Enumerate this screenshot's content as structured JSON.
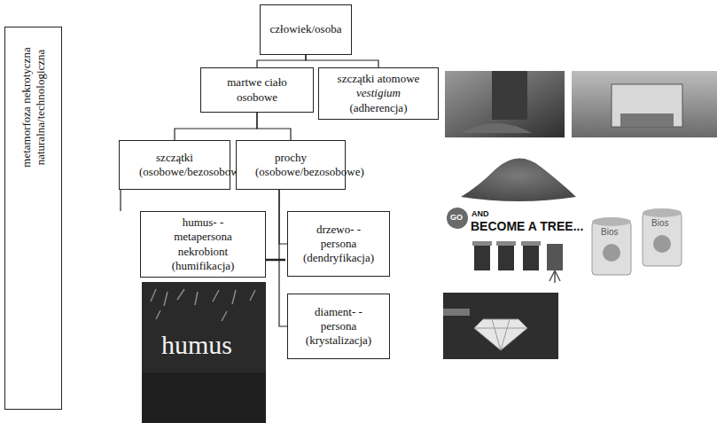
{
  "diagram": {
    "nodes": [
      {
        "text": [
          "metamorfoza nekrotyczna naturalna/technologiczna"
        ]
      },
      {
        "text": [
          "człowiek/osoba"
        ]
      },
      {
        "text": [
          "martwe ciało osobowe"
        ]
      },
      {
        "text": [
          "szczątki atomowe",
          "vestigium",
          "(adherencja)"
        ]
      },
      {
        "text": [
          "szczątki (osobowe/bezosobowe)"
        ]
      },
      {
        "text": [
          "prochy (osobowe/bezosobowe)"
        ]
      },
      {
        "text": [
          "humus- -metapersona nekrobiont (humifikacja)"
        ]
      },
      {
        "text": [
          "drzewo- -persona (dendryfikacja)"
        ]
      },
      {
        "text": [
          "diament- -persona (krystalizacja)"
        ]
      }
    ],
    "edges": [
      {
        "from": 1,
        "to": 2,
        "arrow": "none"
      },
      {
        "from": 1,
        "to": 3,
        "arrow": "none"
      },
      {
        "from": 2,
        "to": 4,
        "arrow": "none"
      },
      {
        "from": 2,
        "to": 5,
        "arrow": "none"
      },
      {
        "from": 4,
        "to": 6,
        "arrow": "none"
      },
      {
        "from": 5,
        "to": 7,
        "arrow": "none"
      },
      {
        "from": 5,
        "to": 8,
        "arrow": "none"
      },
      {
        "from": 6,
        "to": 7,
        "arrow": "none"
      }
    ],
    "labels": [
      "humus",
      "GO",
      "AND",
      "BECOME A TREE...",
      "Bios",
      "Bios"
    ]
  }
}
